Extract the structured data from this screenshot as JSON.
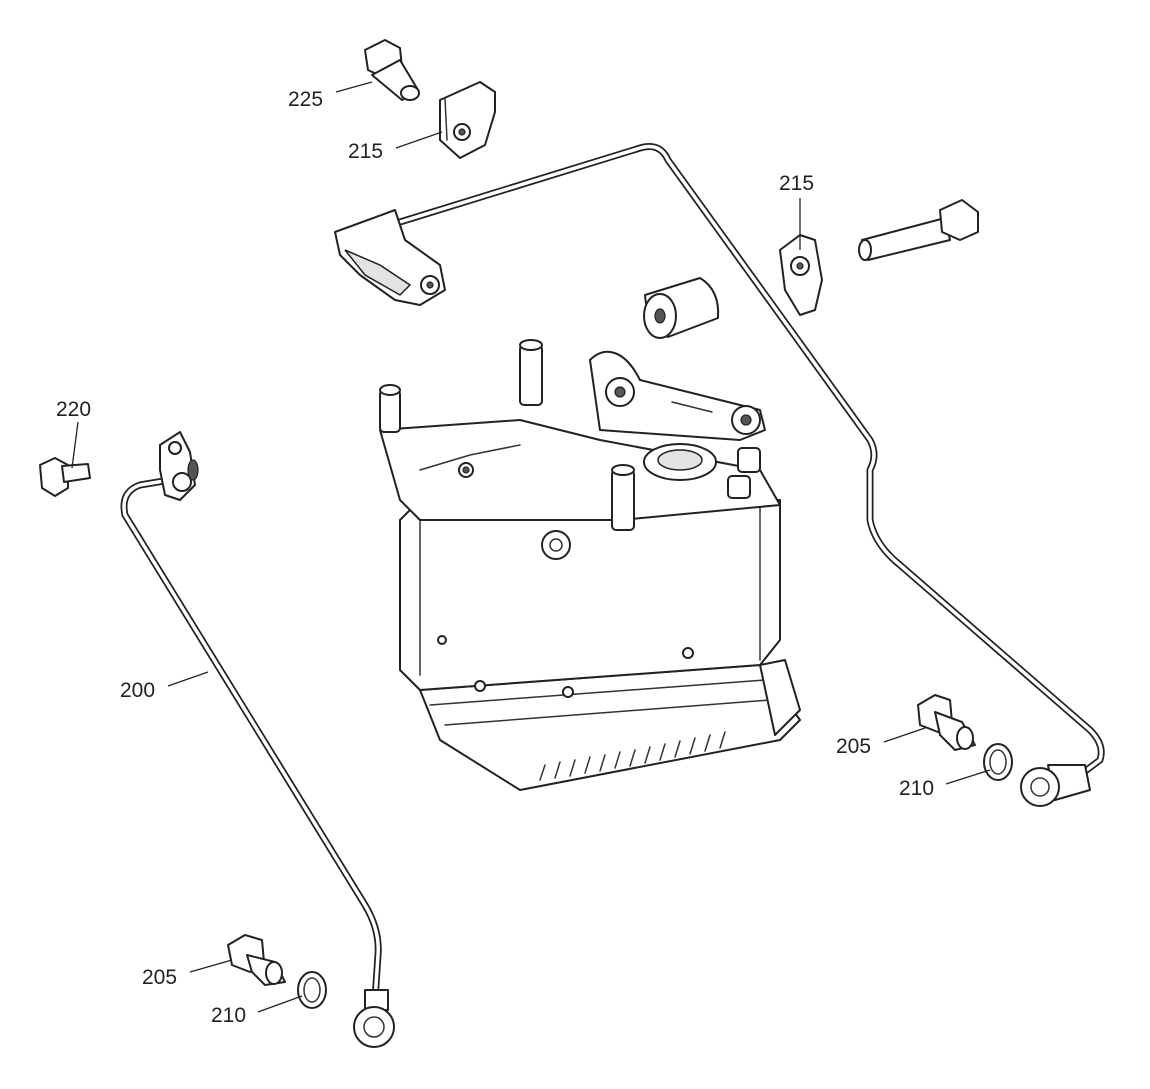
{
  "callouts": {
    "c225": "225",
    "c215_top": "215",
    "c215_right": "215",
    "c220": "220",
    "c200": "200",
    "c205_right": "205",
    "c210_right": "210",
    "c205_left": "205",
    "c210_left": "210"
  },
  "icons": {
    "housing": "injection-pump-housing-icon",
    "pipe_left": "oil-pipe-icon",
    "pipe_right": "oil-pipe-icon",
    "banjo_bolt": "banjo-bolt-icon",
    "sealing_ring": "sealing-ring-icon",
    "clamp": "pipe-clamp-icon",
    "screw": "screw-icon",
    "spacer": "spacer-sleeve-icon"
  }
}
